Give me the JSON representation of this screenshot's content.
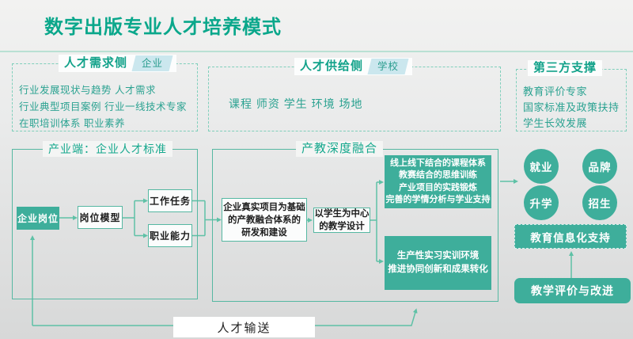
{
  "title": "数字出版专业人才培养模式",
  "sections": {
    "demand": {
      "label": "人才需求侧",
      "badge": "企业",
      "lines": [
        "行业发展现状与趋势  人才需求",
        "行业典型项目案例  行业一线技术专家",
        "在职培训体系  职业素养"
      ]
    },
    "supply": {
      "label": "人才供给侧",
      "badge": "学校",
      "lines": [
        "课程  师资  学生  环境  场地"
      ]
    },
    "third_party": {
      "label": "第三方支撑",
      "lines": [
        "教育评价专家",
        "国家标准及政策扶持",
        "学生长效发展"
      ]
    }
  },
  "industry": {
    "label": "产业端：企业人才标准",
    "post": "企业岗位",
    "model": "岗位模型",
    "task": "工作任务",
    "ability": "职业能力"
  },
  "integration": {
    "label": "产教深度融合",
    "project": {
      "lines": [
        "企业真实项目为基础",
        "的产教融合体系的",
        "研发和建设"
      ]
    },
    "student": {
      "lines": [
        "以学生为中心",
        "的教学设计"
      ]
    },
    "system": {
      "lines": [
        "线上线下结合的课程体系",
        "教赛结合的思维训练",
        "产业项目的实践锻炼",
        "完善的学情分析与学业支持"
      ]
    },
    "practice": {
      "lines": [
        "生产性实习实训环境",
        "推进协同创新和成果转化"
      ]
    }
  },
  "outcomes": {
    "employment": "就业",
    "brand": "品牌",
    "further_study": "升学",
    "enrollment": "招生"
  },
  "support": {
    "informatization": "教育信息化支持",
    "evaluation": "教学评价与改进"
  },
  "delivery": {
    "label": "人才输送"
  },
  "colors": {
    "accent_teal": "#0aa78b",
    "fill_teal": "#3eae9b",
    "border_teal": "#56b8a2",
    "dashed_teal": "#7fcfbb",
    "badge_bg": "#cbe7ee",
    "line": "#5ec1a6"
  }
}
